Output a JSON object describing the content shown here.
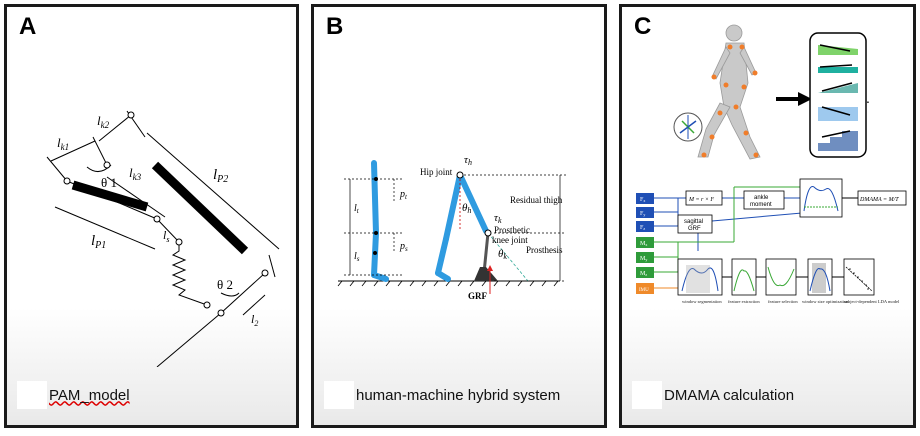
{
  "panels": [
    {
      "label": "A",
      "caption": "PAM_model"
    },
    {
      "label": "B",
      "caption": "human-machine hybrid system"
    },
    {
      "label": "C",
      "caption": "DMAMA calculation"
    }
  ],
  "panel_a": {
    "lk1": "l",
    "lk1_sub": "k1",
    "lk2": "l",
    "lk2_sub": "k2",
    "lk3": "l",
    "lk3_sub": "k3",
    "lp1": "l",
    "lp1_sub": "P1",
    "lp2": "l",
    "lp2_sub": "P2",
    "ls": "l",
    "ls_sub": "s",
    "l2": "l",
    "l2_sub": "2",
    "theta1": "θ 1",
    "theta2": "θ 2"
  },
  "panel_b": {
    "tau_h": "τ",
    "tau_h_sub": "h",
    "hip_joint": "Hip joint",
    "residual_thigh": "Residual thigh",
    "tau_k": "τ",
    "tau_k_sub": "k",
    "prosthetic_knee": "Prosthetic",
    "knee_joint": "knee joint",
    "prosthesis": "Prosthesis",
    "theta_h": "θ",
    "theta_h_sub": "h",
    "theta_k": "θ",
    "theta_k_sub": "k",
    "grf": "GRF",
    "l_t": "l",
    "l_t_sub": "t",
    "l_s": "l",
    "l_s_sub": "s",
    "p_t": "p",
    "p_t_sub": "t",
    "p_s": "p",
    "p_s_sub": "s"
  },
  "panel_c": {
    "inputs": [
      "F",
      "F",
      "F",
      "M",
      "M",
      "M",
      "IMU"
    ],
    "input_subs": [
      "x",
      "y",
      "z",
      "x",
      "y",
      "z",
      ""
    ],
    "formula_moment": "M = r × F",
    "ankle_moment_1": "ankle",
    "ankle_moment_2": "moment",
    "sagittal_1": "sagittal",
    "sagittal_2": "GRF",
    "dmama_formula": "DMAMA = M/T",
    "steps": [
      "window segmentation",
      "feature extraction",
      "feature selection",
      "window size optimization",
      "subject-dependent LDA model"
    ]
  },
  "colors": {
    "limb_blue": "#2f9be0",
    "flow_blue": "#1f4fb5",
    "flow_green": "#3aa836",
    "imu_orange": "#ef8a2a",
    "input_green": "#2e9b3a"
  }
}
